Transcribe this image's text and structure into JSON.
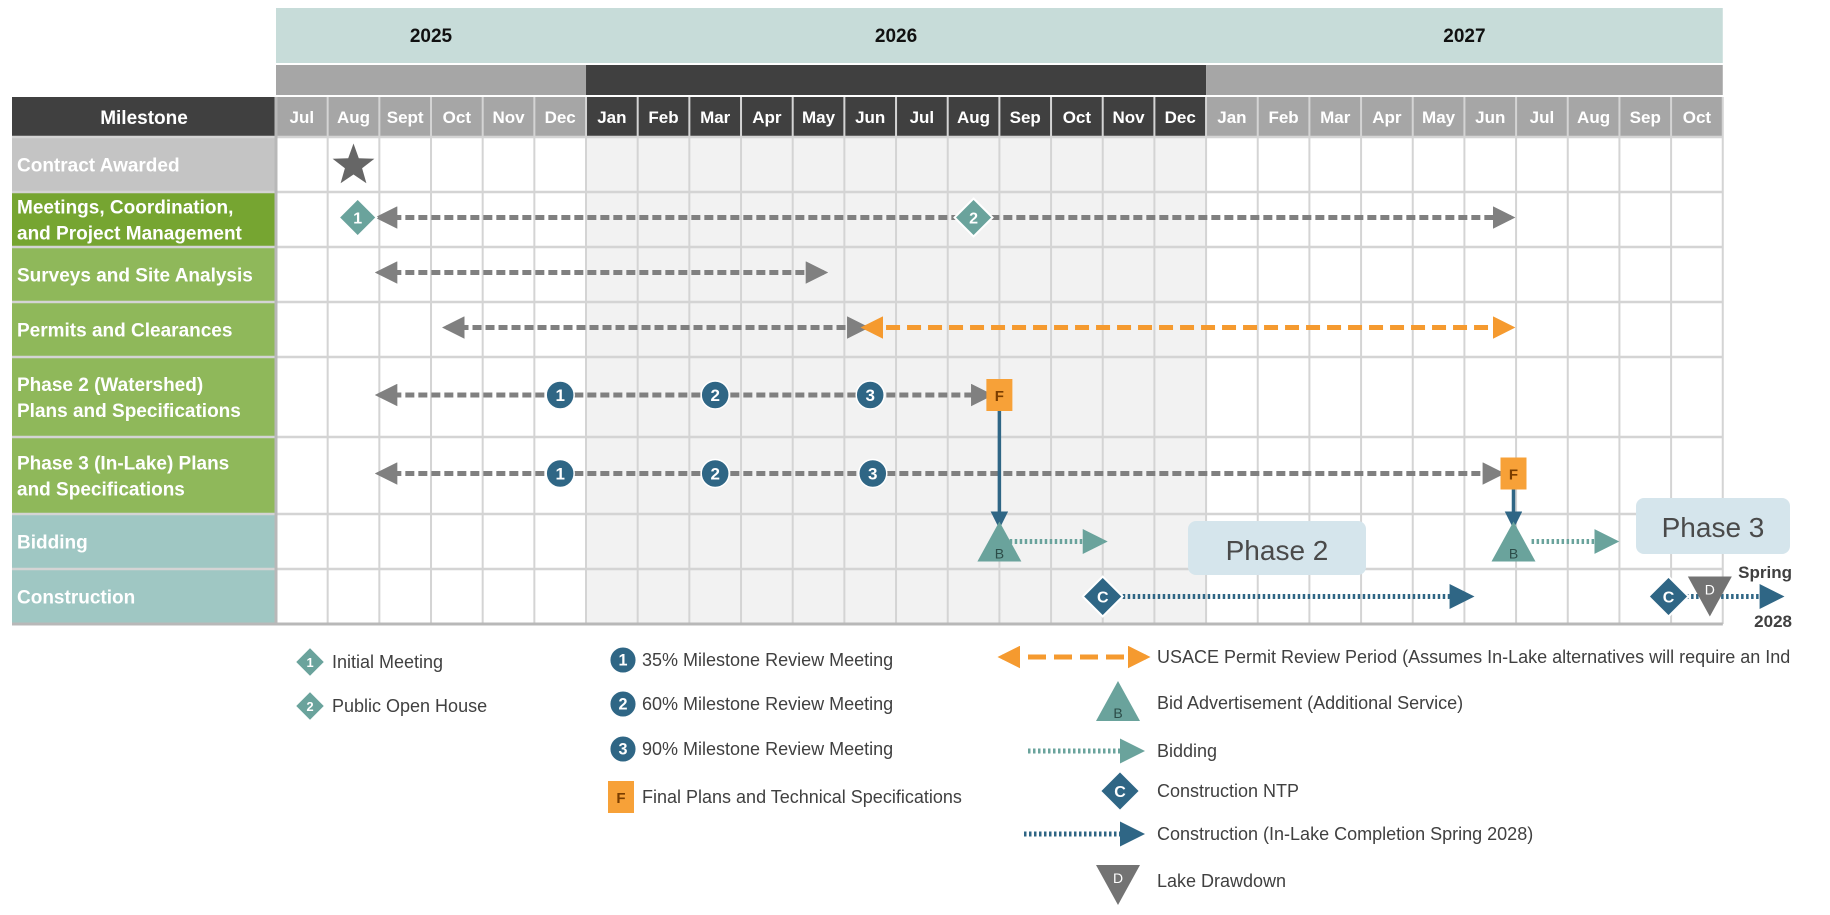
{
  "years": [
    {
      "label": "2025",
      "start": 0,
      "end": 6
    },
    {
      "label": "2026",
      "start": 6,
      "end": 18
    },
    {
      "label": "2027",
      "start": 18,
      "end": 28
    }
  ],
  "milestone_header": "Milestone",
  "months": [
    "Jul",
    "Aug",
    "Sept",
    "Oct",
    "Nov",
    "Dec",
    "Jan",
    "Feb",
    "Mar",
    "Apr",
    "May",
    "Jun",
    "Jul",
    "Aug",
    "Sep",
    "Oct",
    "Nov",
    "Dec",
    "Jan",
    "Feb",
    "Mar",
    "Apr",
    "May",
    "Jun",
    "Jul",
    "Aug",
    "Sep",
    "Oct"
  ],
  "rows": [
    {
      "label": [
        "Contract Awarded"
      ],
      "group": "gray"
    },
    {
      "label": [
        "Meetings, Coordination,",
        "and Project Management"
      ],
      "group": "darkgreen"
    },
    {
      "label": [
        "Surveys and Site Analysis"
      ],
      "group": "green"
    },
    {
      "label": [
        "Permits and Clearances"
      ],
      "group": "green"
    },
    {
      "label": [
        "Phase 2 (Watershed)",
        "Plans and Specifications"
      ],
      "group": "green"
    },
    {
      "label": [
        "Phase 3 (In-Lake) Plans",
        "and Specifications"
      ],
      "group": "green"
    },
    {
      "label": [
        "Bidding"
      ],
      "group": "teal"
    },
    {
      "label": [
        "Construction"
      ],
      "group": "teal"
    }
  ],
  "colors": {
    "year_band": "#c7dcd9",
    "header_dark": "#404040",
    "header_gray": "#a6a6a6",
    "label_gray": "#c4c4c4",
    "label_darkgreen": "#76a531",
    "label_green": "#8fb85a",
    "label_teal": "#9fc7c3",
    "grid": "#d4d4d4",
    "shade_2026": "#f2f2f2",
    "meeting": "#6aa39c",
    "review": "#2f6685",
    "final": "#f7a138",
    "bid": "#6aa39c",
    "construction": "#2f6685",
    "drawdown": "#737373",
    "arrow_gray": "#808080",
    "usace": "#f59a2f",
    "phase_box": "#d5e5ec"
  },
  "spans": [
    {
      "row": 1,
      "from": 2.0,
      "to": 23.9,
      "kind": "gray"
    },
    {
      "row": 2,
      "from": 2.0,
      "to": 10.6,
      "kind": "gray"
    },
    {
      "row": 3,
      "from": 3.3,
      "to": 11.4,
      "kind": "gray"
    },
    {
      "row": 3,
      "from": 11.4,
      "to": 23.9,
      "kind": "usace"
    },
    {
      "row": 4,
      "from": 2.0,
      "to": 13.8,
      "kind": "gray"
    },
    {
      "row": 5,
      "from": 2.0,
      "to": 23.7,
      "kind": "gray"
    },
    {
      "row": 6,
      "from": 14.2,
      "to": 16.0,
      "kind": "bid"
    },
    {
      "row": 6,
      "from": 24.3,
      "to": 25.9,
      "kind": "bid"
    },
    {
      "row": 7,
      "from": 16.0,
      "to": 23.1,
      "kind": "construction"
    },
    {
      "row": 7,
      "from": 27.0,
      "to": 29.1,
      "kind": "construction"
    }
  ],
  "markers": [
    {
      "row": 0,
      "x": 1.0,
      "shape": "star",
      "label": ""
    },
    {
      "row": 1,
      "x": 1.6,
      "shape": "meeting",
      "label": "1"
    },
    {
      "row": 1,
      "x": 13.5,
      "shape": "meeting",
      "label": "2"
    },
    {
      "row": 4,
      "x": 5.5,
      "shape": "review",
      "label": "1"
    },
    {
      "row": 4,
      "x": 8.5,
      "shape": "review",
      "label": "2"
    },
    {
      "row": 4,
      "x": 11.5,
      "shape": "review",
      "label": "3"
    },
    {
      "row": 4,
      "x": 14.0,
      "shape": "final",
      "label": "F"
    },
    {
      "row": 5,
      "x": 5.5,
      "shape": "review",
      "label": "1"
    },
    {
      "row": 5,
      "x": 8.5,
      "shape": "review",
      "label": "2"
    },
    {
      "row": 5,
      "x": 11.55,
      "shape": "review",
      "label": "3"
    },
    {
      "row": 5,
      "x": 23.95,
      "shape": "final",
      "label": "F"
    },
    {
      "row": 6,
      "x": 14.0,
      "shape": "bid",
      "label": "B"
    },
    {
      "row": 6,
      "x": 23.95,
      "shape": "bid",
      "label": "B"
    },
    {
      "row": 7,
      "x": 16.0,
      "shape": "construction",
      "label": "C"
    },
    {
      "row": 7,
      "x": 26.95,
      "shape": "construction",
      "label": "C"
    },
    {
      "row": 7,
      "x": 27.75,
      "shape": "drawdown",
      "label": "D"
    }
  ],
  "connectors": [
    {
      "from_row": 4,
      "to_row": 6,
      "x": 14.0
    },
    {
      "from_row": 5,
      "to_row": 6,
      "x": 23.95
    }
  ],
  "phase_labels": [
    {
      "text": "Phase 2"
    },
    {
      "text": "Phase 3"
    }
  ],
  "spring_note": {
    "line1": "Spring",
    "line2": "2028"
  },
  "legend": [
    {
      "shape": "meeting",
      "sym": "1",
      "text": "Initial Meeting"
    },
    {
      "shape": "meeting",
      "sym": "2",
      "text": "Public Open House"
    },
    {
      "shape": "review",
      "sym": "1",
      "text": "35% Milestone Review Meeting"
    },
    {
      "shape": "review",
      "sym": "2",
      "text": "60% Milestone Review Meeting"
    },
    {
      "shape": "review",
      "sym": "3",
      "text": "90% Milestone Review Meeting"
    },
    {
      "shape": "final",
      "sym": "F",
      "text": "Final Plans and Technical Specifications"
    },
    {
      "shape": "usace",
      "sym": "",
      "text": "USACE Permit Review Period (Assumes In-Lake alternatives will require an Ind"
    },
    {
      "shape": "bid",
      "sym": "B",
      "text": "Bid Advertisement (Additional Service)"
    },
    {
      "shape": "bidline",
      "sym": "",
      "text": "Bidding"
    },
    {
      "shape": "construction",
      "sym": "C",
      "text": "Construction NTP"
    },
    {
      "shape": "conline",
      "sym": "",
      "text": "Construction (In-Lake Completion Spring 2028)"
    },
    {
      "shape": "drawdown",
      "sym": "D",
      "text": "Lake Drawdown"
    }
  ]
}
